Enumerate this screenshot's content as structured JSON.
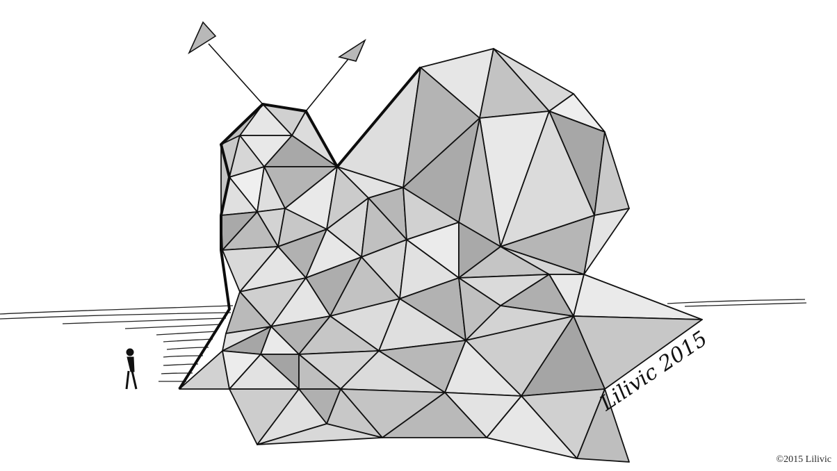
{
  "image": {
    "subject": "snail",
    "colors": {
      "ink": "#111111",
      "background": "#ffffff",
      "shade_light": "#e3e3e3",
      "shade_mid": "#c4c4c4",
      "shade_dark": "#9d9d9d"
    }
  },
  "signature": "Lilivic 2015",
  "copyright": "©2015 Lilivic"
}
